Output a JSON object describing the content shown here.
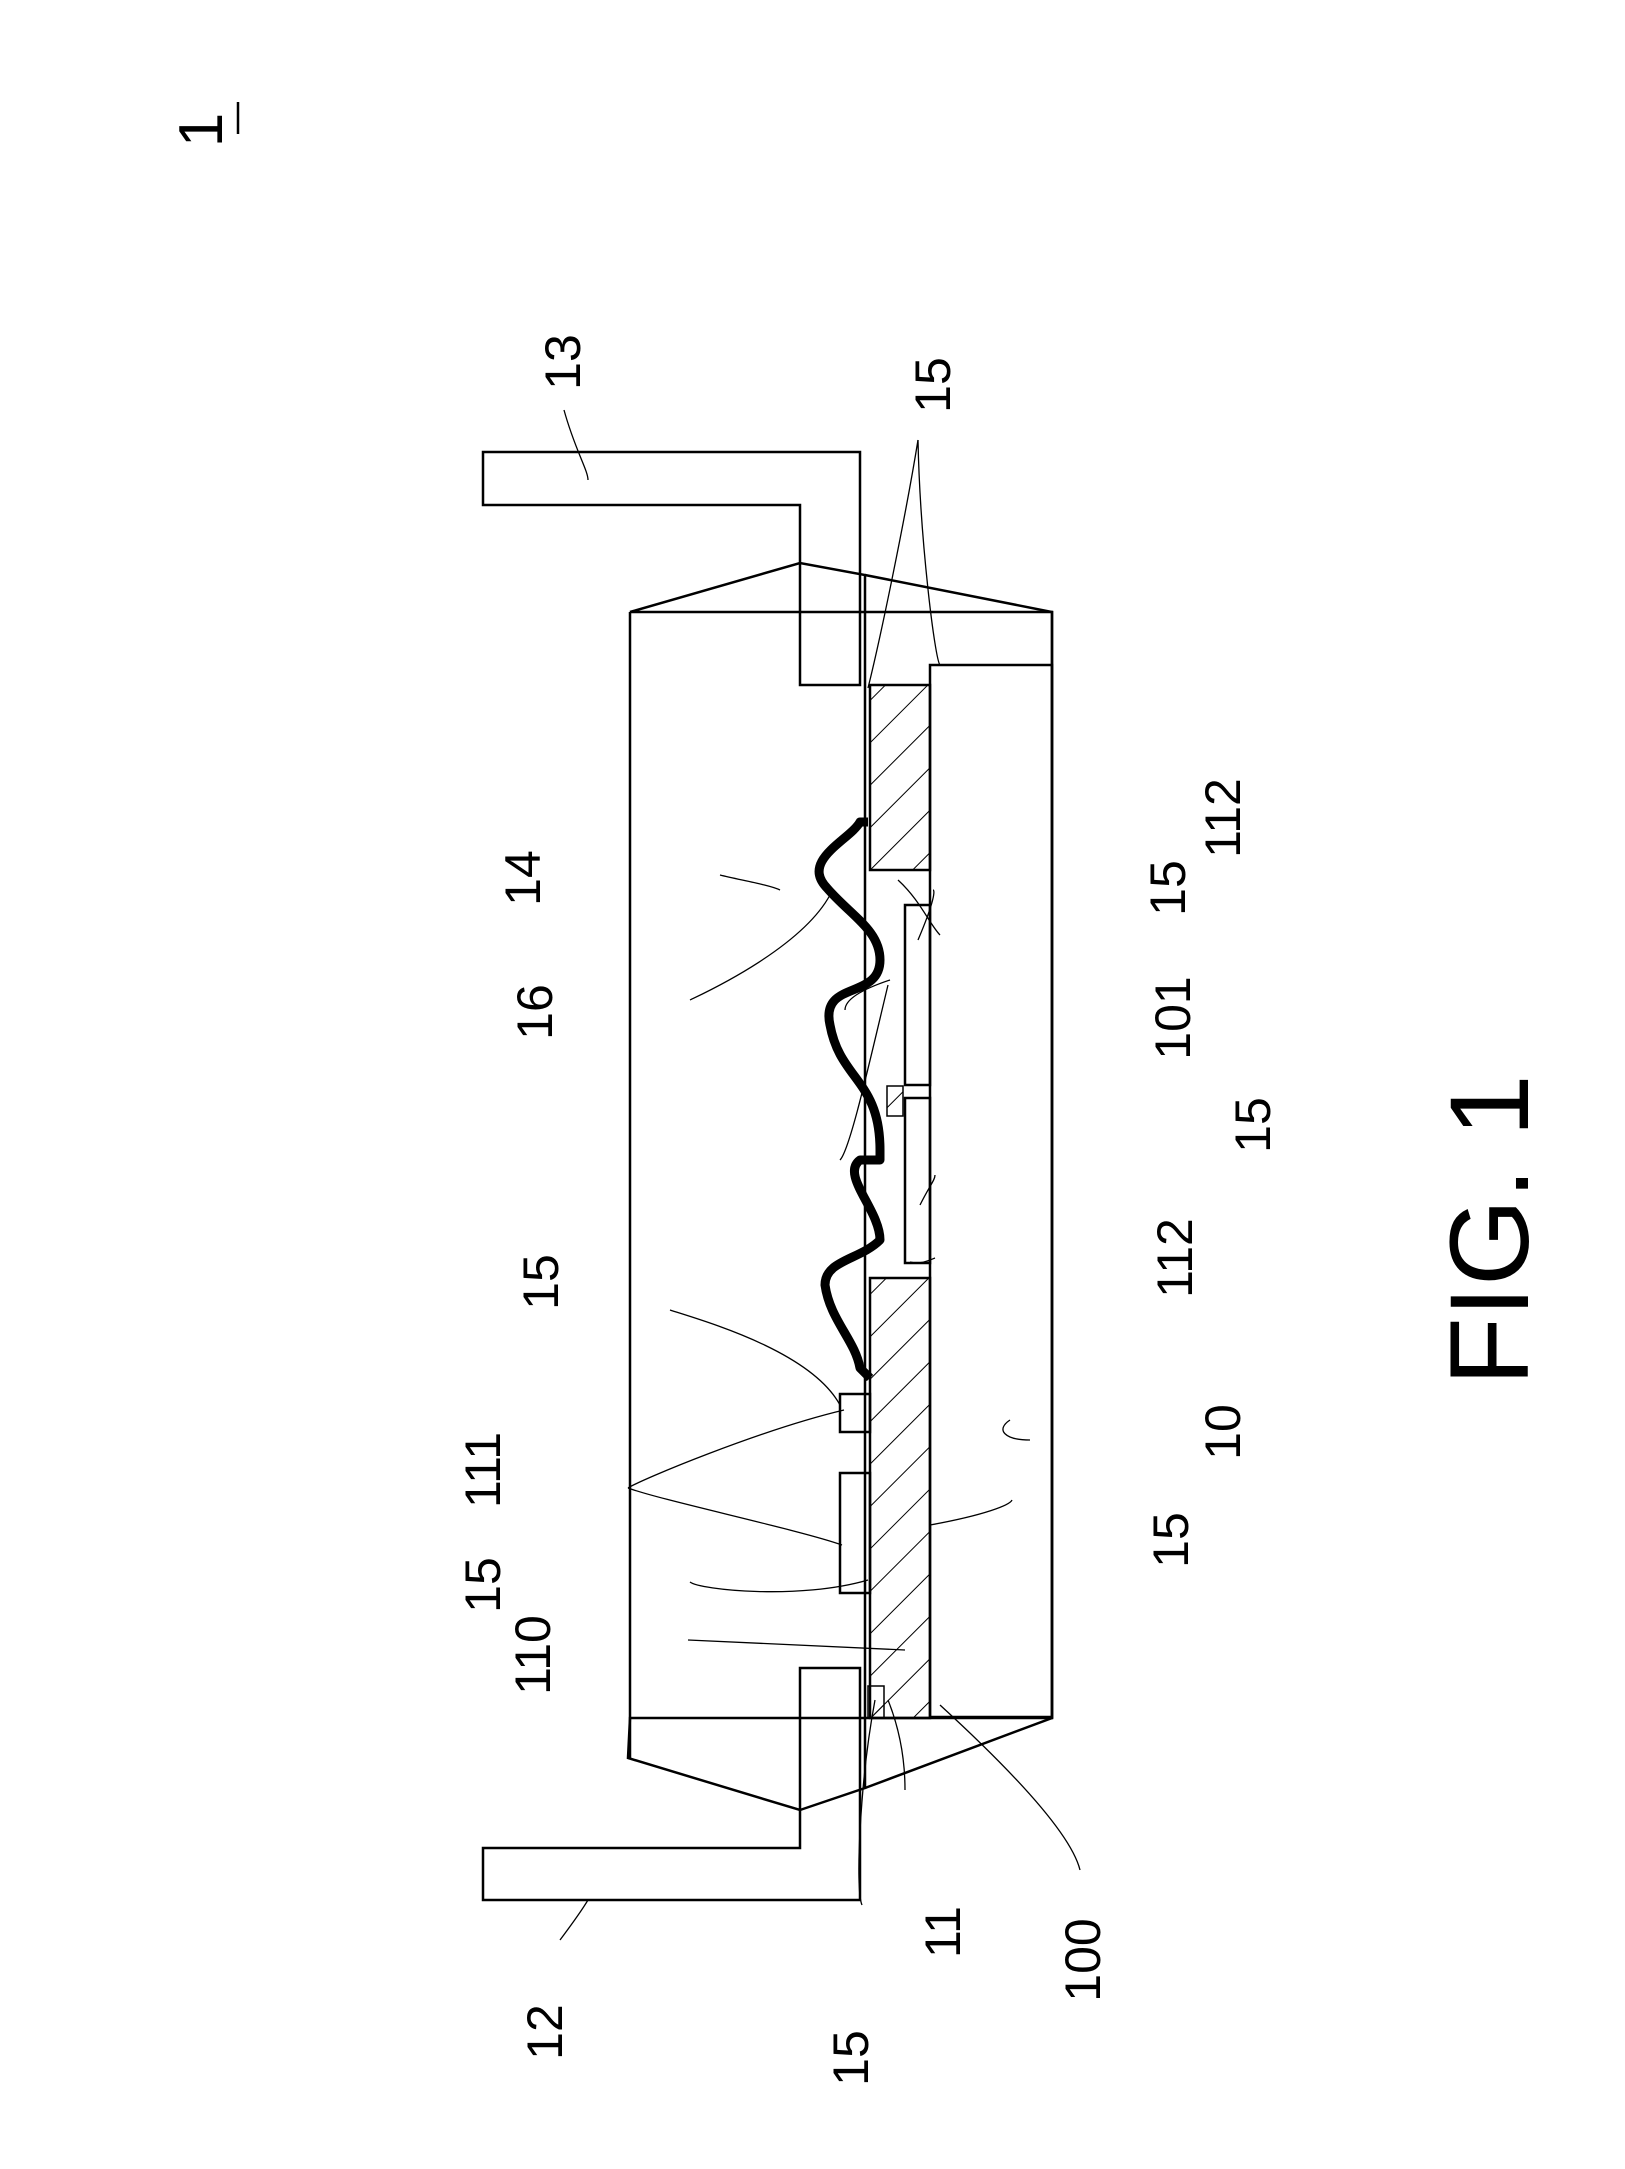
{
  "sheet": {
    "ref": "1"
  },
  "figure": {
    "caption": "FIG. 1"
  },
  "labels": {
    "l13": "13",
    "l15_top": "15",
    "l112_top": "112",
    "l15_c1": "15",
    "l101": "101",
    "l15_c2": "15",
    "l112_bot": "112",
    "l10": "10",
    "l15_bot": "15",
    "l14": "14",
    "l16": "16",
    "l15_left": "15",
    "l15_111": "15",
    "l111": "111",
    "l110": "110",
    "l12": "12",
    "l15_pin": "15",
    "l11": "11",
    "l100": "100"
  }
}
